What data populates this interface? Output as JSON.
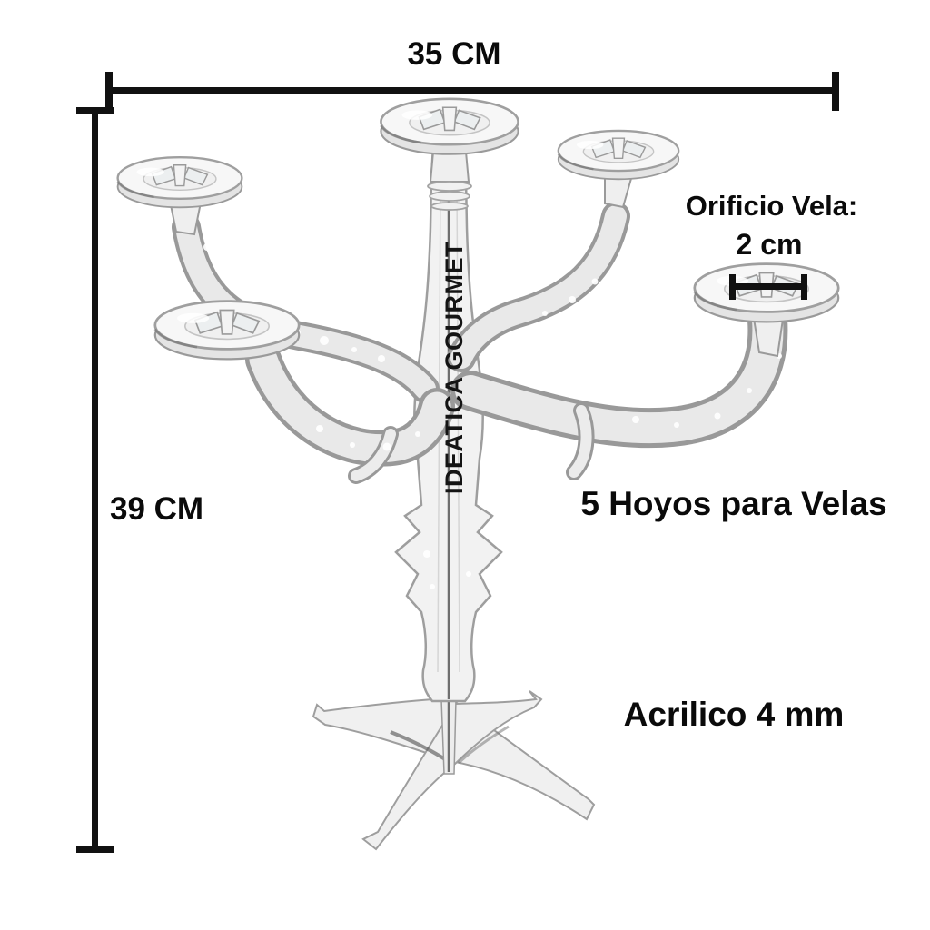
{
  "annotations": {
    "width_dimension": "35 CM",
    "height_dimension": "39 CM",
    "hole_label": "Orificio Vela:",
    "hole_dimension": "2 cm",
    "feature_holes": "5 Hoyos para Velas",
    "feature_material": "Acrilico 4 mm"
  },
  "brand": {
    "watermark": "IDEATICA GOURMET"
  },
  "colors": {
    "background": "#ffffff",
    "annotation_text": "#0a0a0a",
    "dimension_lines": "#111111",
    "acrylic_fill": "#f2f2f2",
    "acrylic_outline": "#9a9a9a"
  }
}
